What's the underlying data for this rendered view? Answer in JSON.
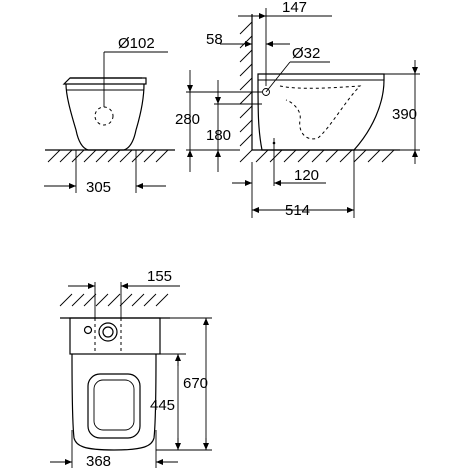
{
  "dimensions": {
    "outlet_diameter": "Ø102",
    "base_width_front": "305",
    "wall_offset": "58",
    "wall_to_inlet": "147",
    "inlet_diameter": "Ø32",
    "inlet_height_280": "280",
    "inlet_height_180": "180",
    "overall_height": "390",
    "floor_outlet": "120",
    "overall_depth": "514",
    "outlet_offset": "155",
    "overall_length": "670",
    "seat_length": "445",
    "overall_width": "368"
  }
}
